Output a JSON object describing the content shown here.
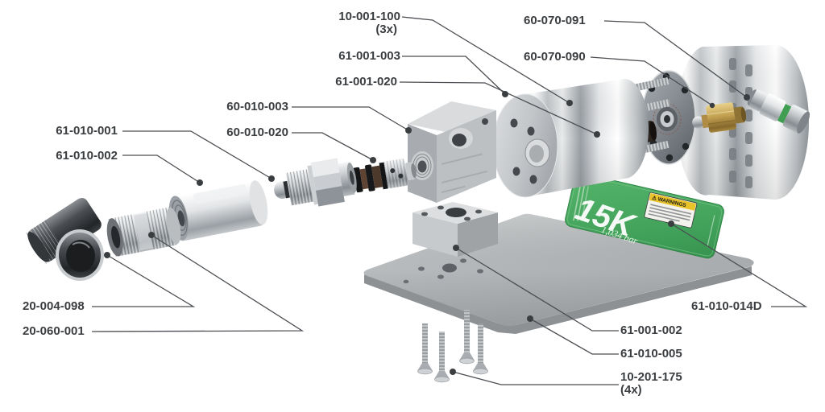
{
  "diagram": {
    "kind": "exploded-parts-diagram",
    "background": "#ffffff",
    "label_color": "#3b3e41",
    "leader_color": "#4b4e52"
  },
  "labels": [
    {
      "text": "10-001-100",
      "qty": "(3x)"
    },
    {
      "text": "61-001-003"
    },
    {
      "text": "61-001-020"
    },
    {
      "text": "60-010-003"
    },
    {
      "text": "60-010-020"
    },
    {
      "text": "61-010-001"
    },
    {
      "text": "61-010-002"
    },
    {
      "text": "20-004-098"
    },
    {
      "text": "20-060-001"
    },
    {
      "text": "60-070-091"
    },
    {
      "text": "60-070-090"
    },
    {
      "text": "61-010-014D"
    },
    {
      "text": "61-001-002"
    },
    {
      "text": "61-010-005"
    },
    {
      "text": "10-201-175",
      "qty": "(4x)"
    }
  ],
  "tag": {
    "warning": "⚠ WARNINGS",
    "rating": "15K",
    "rating_sub": "1,034 bar",
    "green": "#44a45c",
    "yellow": "#e8c32a"
  }
}
